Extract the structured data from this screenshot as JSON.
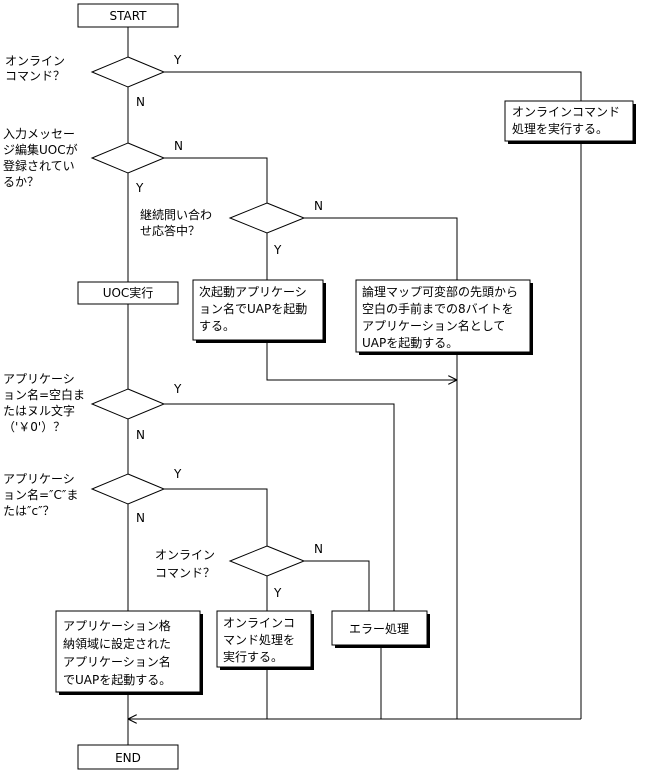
{
  "terminals": {
    "start": "START",
    "end": "END"
  },
  "decisions": {
    "d1": {
      "label": [
        "オンライン",
        "コマンド？"
      ],
      "yes": "Y",
      "no": "N"
    },
    "d2": {
      "label": [
        "入力メッセー",
        "ジ編集UOCが",
        "登録されてい",
        "るか？"
      ],
      "yes": "Y",
      "no": "N"
    },
    "d3": {
      "label": [
        "継続問い合わ",
        "せ応答中？"
      ],
      "yes": "Y",
      "no": "N"
    },
    "d4": {
      "label": [
        "アプリケーシ",
        "ョン名=空白ま",
        "たはヌル文字",
        "（'￥0'）？"
      ],
      "yes": "Y",
      "no": "N"
    },
    "d5": {
      "label": [
        "アプリケーシ",
        "ョン名=″C″ま",
        "たは″c″？"
      ],
      "yes": "Y",
      "no": "N"
    },
    "d6": {
      "label": [
        "オンライン",
        "コマンド？"
      ],
      "yes": "Y",
      "no": "N"
    }
  },
  "processes": {
    "online_cmd_right": [
      "オンラインコマンド",
      "処理を実行する。"
    ],
    "uoc": [
      "UOC実行"
    ],
    "next_app": [
      "次起動アプリケーシ",
      "ョン名でUAPを起動",
      "する。"
    ],
    "logical_map": [
      "論理マップ可変部の先頭から",
      "空白の手前までの8バイトを",
      "アプリケーション名として",
      "UAPを起動する。"
    ],
    "app_storage": [
      "アプリケーション格",
      "納領域に設定された",
      "アプリケーション名",
      "でUAPを起動する。"
    ],
    "online_cmd_bottom": [
      "オンラインコ",
      "マンド処理を",
      "実行する。"
    ],
    "error": [
      "エラー処理"
    ]
  }
}
